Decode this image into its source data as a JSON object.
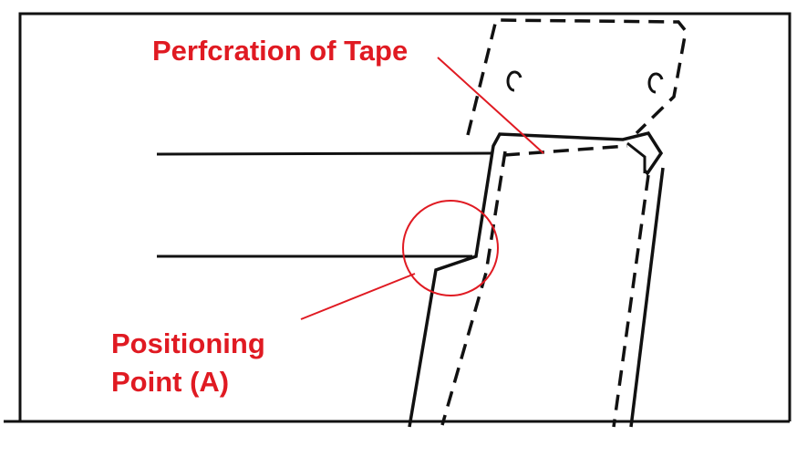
{
  "labels": {
    "tape_perforation": "Perfcration of Tape",
    "positioning_point_line1": "Positioning",
    "positioning_point_line2": "Point (A)"
  },
  "colors": {
    "annotation": "#e01a22",
    "line": "#111111",
    "background": "#ffffff"
  }
}
